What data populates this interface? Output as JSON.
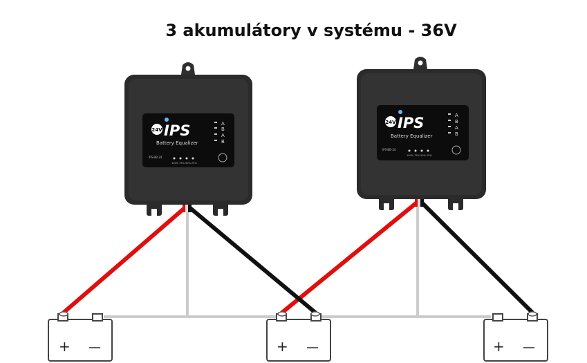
{
  "title": "3 akumulátory v systému - 36V",
  "equalizers": [
    {
      "voltage_badge": "24V",
      "brand": "IPS",
      "product": "Battery Equalizer",
      "model": "IPS-BB-24",
      "led_labels": [
        "A",
        "B",
        "A",
        "B"
      ],
      "pct_labels": "100% 75% 50% 25%"
    },
    {
      "voltage_badge": "24V",
      "brand": "IPS",
      "product": "Battery Equalizer",
      "model": "IPS-BB-24",
      "led_labels": [
        "A",
        "B",
        "A",
        "B"
      ],
      "pct_labels": "100% 75% 50% 25%"
    }
  ],
  "batteries": [
    {
      "plus": "+",
      "minus": "—"
    },
    {
      "plus": "+",
      "minus": "—"
    },
    {
      "plus": "+",
      "minus": "—"
    }
  ],
  "colors": {
    "positive_wire": "#e10e0e",
    "negative_wire": "#111111",
    "neutral_wire": "#cccccc",
    "box": "#2a2a2a"
  }
}
